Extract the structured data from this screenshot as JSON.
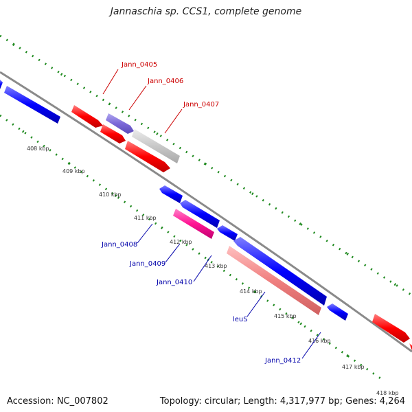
{
  "title": "Jannaschia sp. CCS1, complete genome",
  "footer": {
    "accession": "Accession: NC_007802",
    "summary": "Topology: circular; Length: 4,317,977 bp; Genes: 4,264"
  },
  "colors": {
    "backbone": "#8a8a8a",
    "tick_green": "#1f8a1f",
    "forward_red": "#ff0000",
    "reverse_blue": "#0000ff",
    "purple": "#7b68d8",
    "gray_gene": "#c8c8c8",
    "magenta": "#ff1493",
    "salmon": "#f08080",
    "label_red": "#cc0000",
    "label_blue": "#0000aa"
  },
  "kbp_labels": [
    "408 kbp",
    "409 kbp",
    "410 kbp",
    "411 kbp",
    "412 kbp",
    "413 kbp",
    "414 kbp",
    "415 kbp",
    "416 kbp",
    "417 kbp",
    "418 kbp"
  ],
  "gene_labels": {
    "jann_0405": "Jann_0405",
    "jann_0406": "Jann_0406",
    "jann_0407": "Jann_0407",
    "jann_0408": "Jann_0408",
    "jann_0409": "Jann_0409",
    "jann_0410": "Jann_0410",
    "leus": "leuS",
    "jann_0412": "Jann_0412"
  }
}
